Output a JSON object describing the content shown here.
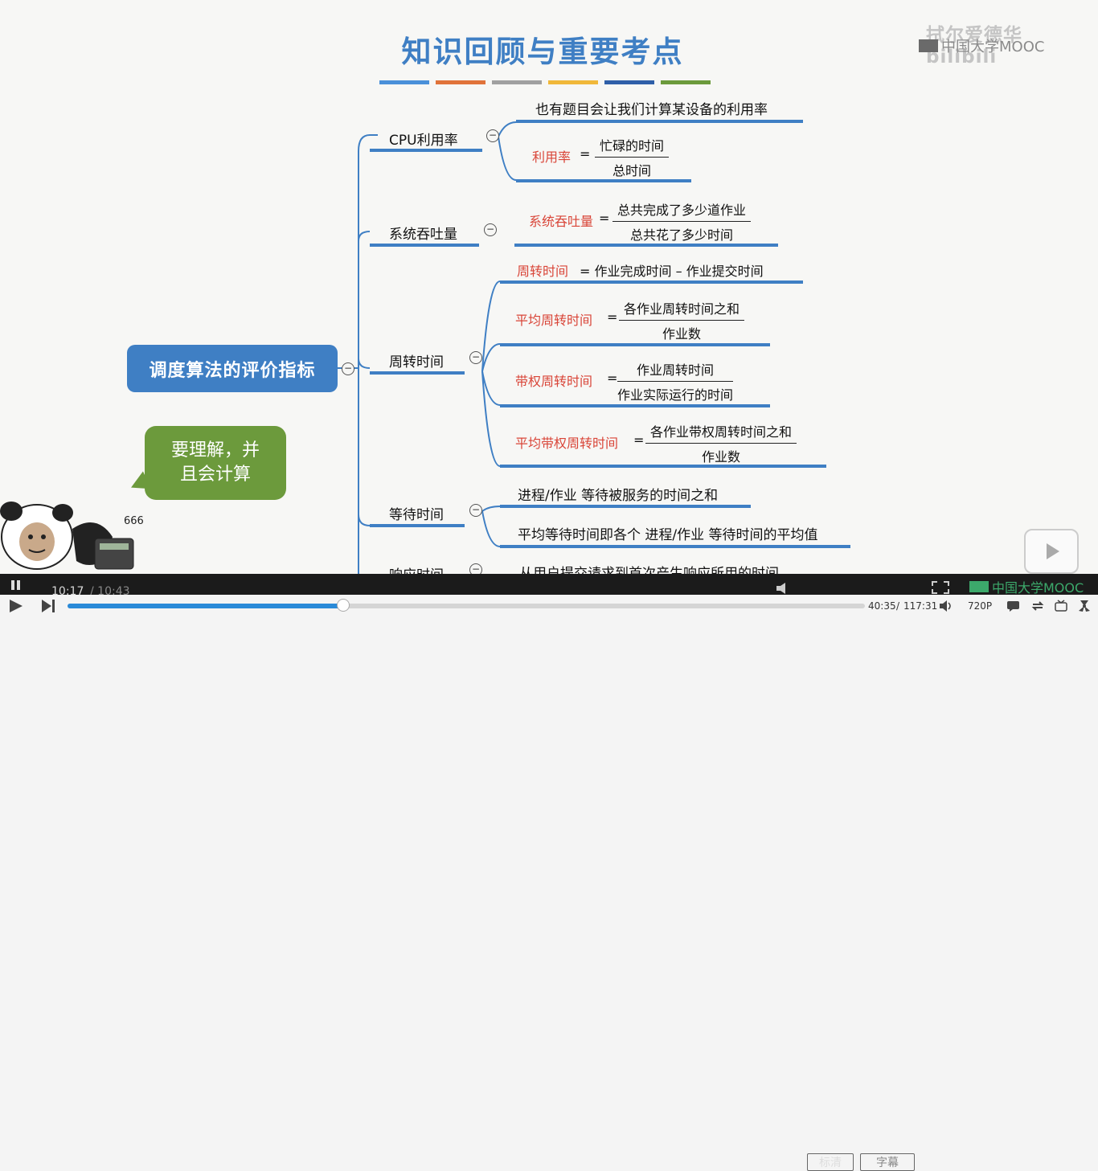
{
  "slide": {
    "title": "知识回顾与重要考点",
    "watermark_top": "拭尔爱德华 bilibili",
    "watermark_mooc": "中国大学MOOC",
    "underline_colors": [
      "#4a90d9",
      "#e0733a",
      "#a0a0a0",
      "#f0b83a",
      "#2f5fa8",
      "#6c9a3c"
    ],
    "root": "调度算法的评价指标",
    "bubble_line1": "要理解，并",
    "bubble_line2": "且会计算",
    "meme_text": "666",
    "branches": {
      "cpu": {
        "label": "CPU利用率",
        "leaf1": "也有题目会让我们计算某设备的利用率",
        "formula_label": "利用率",
        "eq": "=",
        "num": "忙碌的时间",
        "den": "总时间"
      },
      "throughput": {
        "label": "系统吞吐量",
        "formula_label": "系统吞吐量",
        "eq": "=",
        "num": "总共完成了多少道作业",
        "den": "总共花了多少时间"
      },
      "turnaround": {
        "label": "周转时间",
        "l1_red": "周转时间",
        "l1_rest": "= 作业完成时间 – 作业提交时间",
        "l2_red": "平均周转时间",
        "l2_num": "各作业周转时间之和",
        "l2_den": "作业数",
        "l3_red": "带权周转时间",
        "l3_num": "作业周转时间",
        "l3_den": "作业实际运行的时间",
        "l4_red": "平均带权周转时间",
        "l4_num": "各作业带权周转时间之和",
        "l4_den": "作业数",
        "eq": "="
      },
      "waiting": {
        "label": "等待时间",
        "leaf1": "进程/作业 等待被服务的时间之和",
        "leaf2": "平均等待时间即各个 进程/作业 等待时间的平均值"
      },
      "response": {
        "label": "响应时间",
        "leaf1": "从用户提交请求到首次产生响应所用的时间"
      }
    },
    "collapse_symbol": "−"
  },
  "player": {
    "time_current_dark": "10:17",
    "time_total_dark": "/ 10:43",
    "quality_dark": "标清",
    "subtitle_dark": "字幕",
    "brand": "中国大学MOOC",
    "time_current": "40:35",
    "time_sep": "/",
    "time_total": "117:31",
    "quality": "720P",
    "progress_fraction": 0.345,
    "accent": "#2a8ad8"
  }
}
